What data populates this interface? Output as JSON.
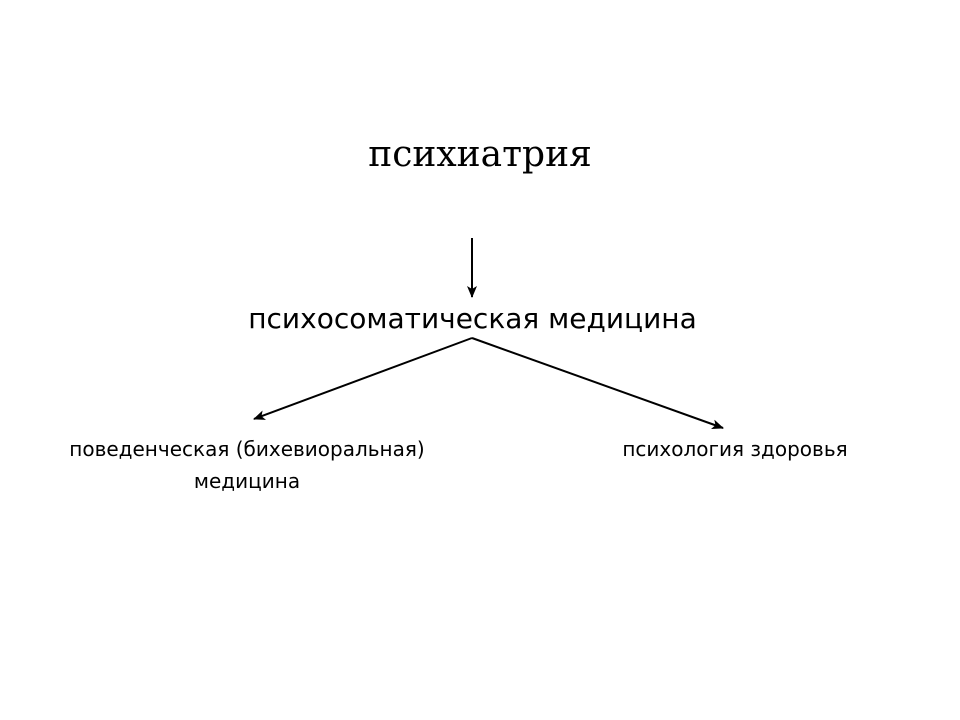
{
  "diagram": {
    "top_node": "психиатрия",
    "middle_node": "психосоматическая медицина",
    "left_node": {
      "line1": "поведенческая (бихевиоральная)",
      "line2": "медицина"
    },
    "right_node": "психология здоровья"
  },
  "colors": {
    "background": "#ffffff",
    "text": "#000000",
    "arrow": "#000000"
  }
}
